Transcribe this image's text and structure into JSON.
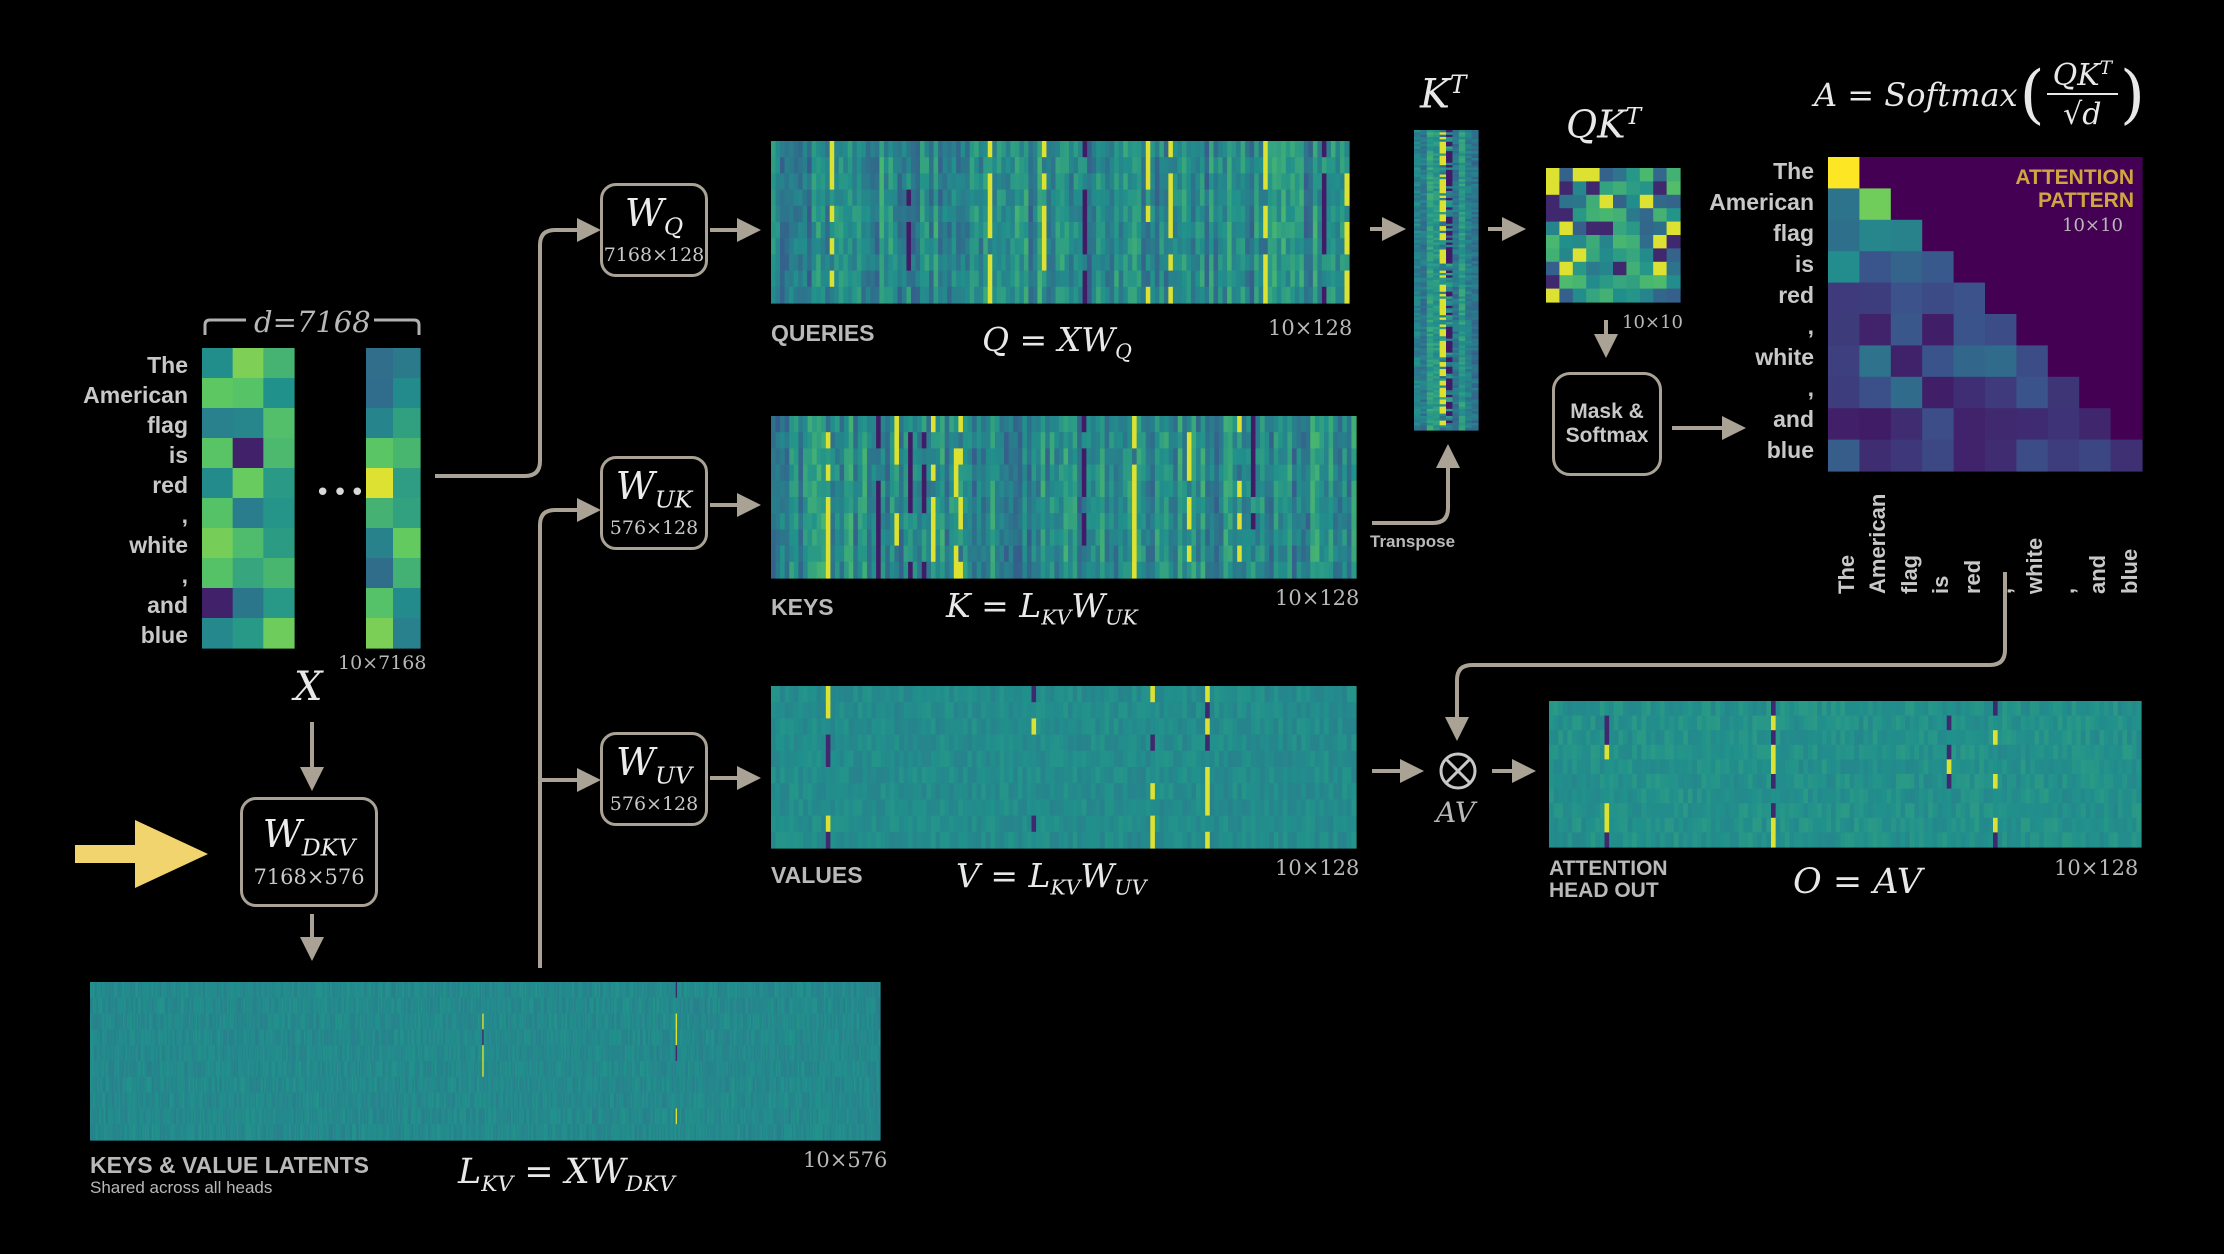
{
  "colors": {
    "background": "#000000",
    "arrow": "#a9a295",
    "input_arrow": "#f2d46f",
    "attention_title": "#d0a640",
    "viridis": [
      "#440154",
      "#3b528b",
      "#21918c",
      "#5ec962",
      "#fde725"
    ]
  },
  "tokens": [
    "The",
    "American",
    "flag",
    "is",
    "red",
    ",",
    "white",
    ",",
    "and",
    "blue"
  ],
  "labels": {
    "d_label": "d=7168",
    "x_symbol": "X",
    "x_dim": "10×7168",
    "ellipsis": "•••",
    "queries": "QUERIES",
    "queries_eq": "Q = XW_Q",
    "queries_dim": "10×128",
    "keys": "KEYS",
    "keys_eq": "K = L_KV W_UK",
    "keys_dim": "10×128",
    "values": "VALUES",
    "values_eq": "V = L_KV W_UV",
    "values_dim": "10×128",
    "latents": "KEYS & VALUE LATENTS",
    "latents_sub": "Shared across all heads",
    "latents_eq": "L_KV = XW_DKV",
    "latents_dim": "10×576",
    "kt": "K^T",
    "qkt": "QK^T",
    "qkt_dim": "10×10",
    "transpose": "Transpose",
    "mask_softmax_1": "Mask &",
    "mask_softmax_2": "Softmax",
    "attention_formula": "A = Softmax(QK^T / √d)",
    "attention_title_1": "ATTENTION",
    "attention_title_2": "PATTERN",
    "attention_dim": "10×10",
    "av_label": "AV",
    "out_title_1": "ATTENTION",
    "out_title_2": "HEAD OUT",
    "out_eq": "O = AV",
    "out_dim": "10×128"
  },
  "ops": {
    "wq": {
      "symbol": "W_Q",
      "dim": "7168×128"
    },
    "wuk": {
      "symbol": "W_UK",
      "dim": "576×128"
    },
    "wuv": {
      "symbol": "W_UV",
      "dim": "576×128"
    },
    "wdkv": {
      "symbol": "W_DKV",
      "dim": "7168×576"
    }
  },
  "matrix_shapes": {
    "x": "10×7168",
    "queries": "10×128",
    "keys": "10×128",
    "values": "10×128",
    "latents": "10×576",
    "qkt": "10×10",
    "attention": "10×10",
    "output": "10×128"
  }
}
